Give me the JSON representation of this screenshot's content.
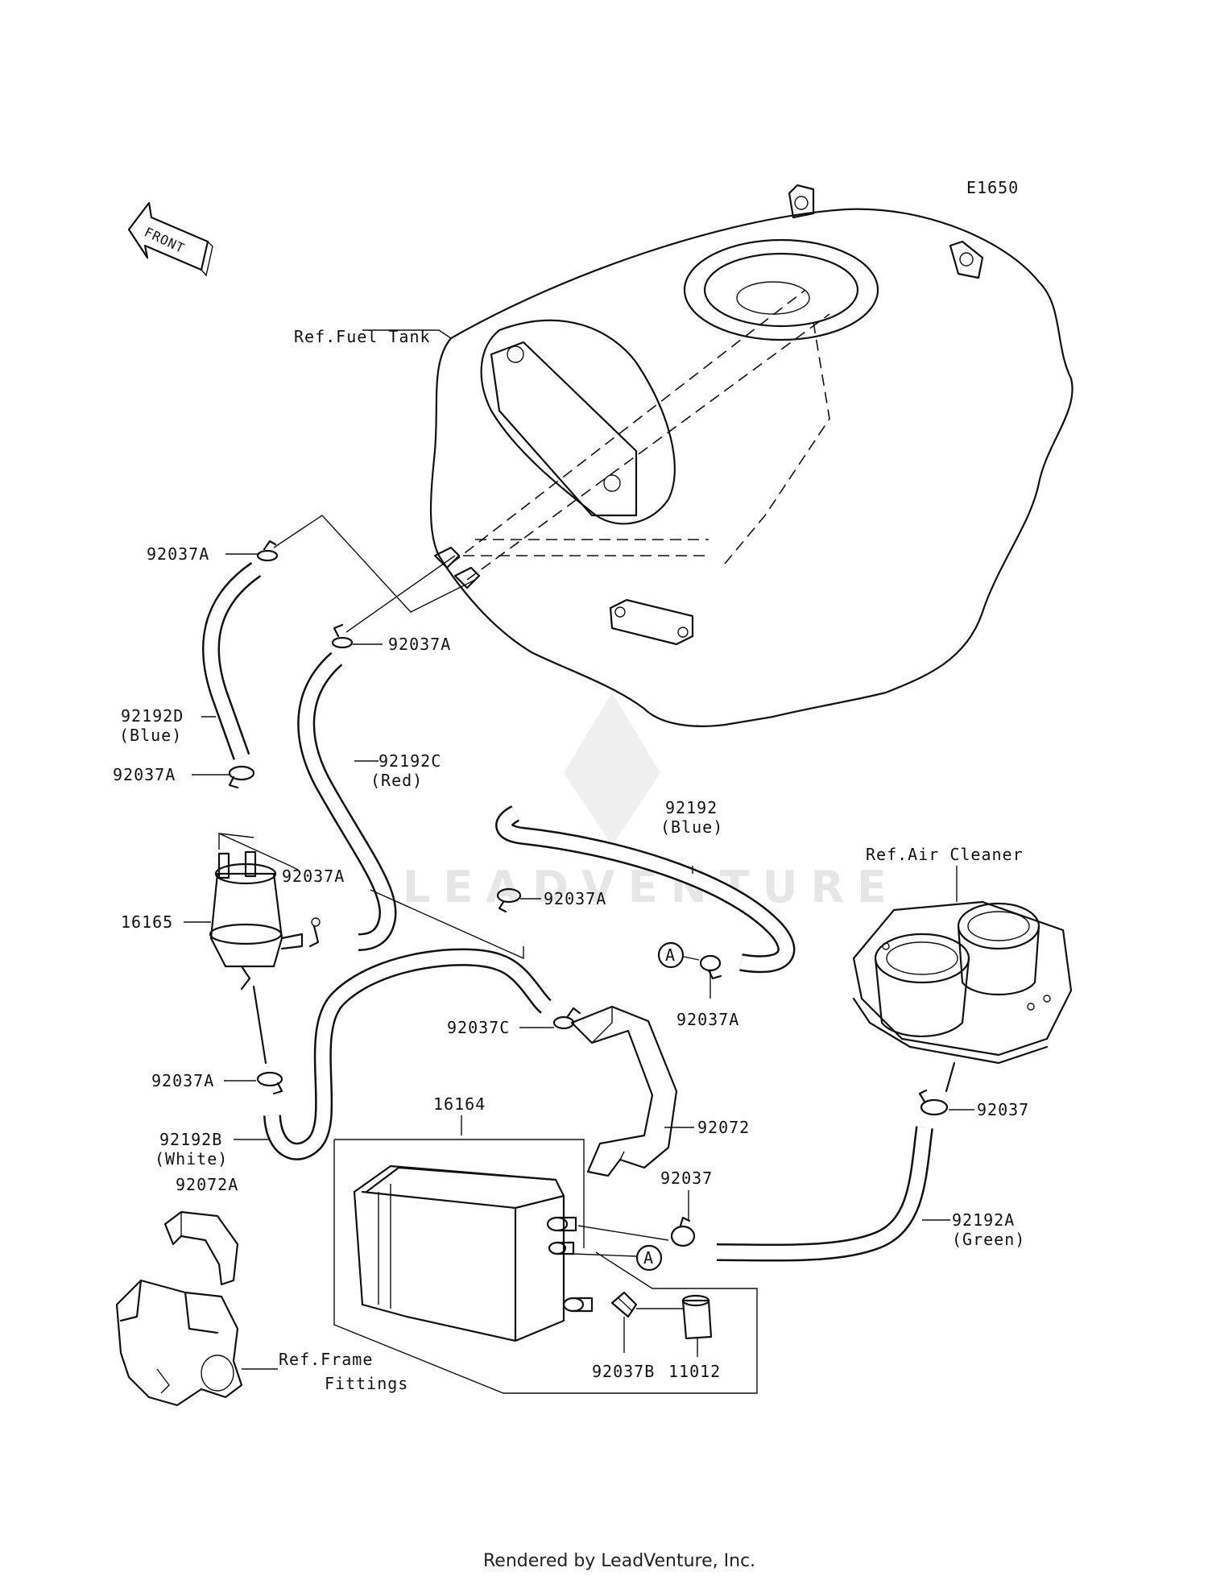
{
  "diagram_code": "E1650",
  "front_label": "FRONT",
  "watermark": "LEADVENTURE",
  "footer": "Rendered by LeadVenture, Inc.",
  "labels": {
    "ref_fuel_tank": "Ref.Fuel Tank",
    "ref_air_cleaner": "Ref.Air Cleaner",
    "ref_frame": "Ref.Frame",
    "fittings": "Fittings",
    "p92037A_1": "92037A",
    "p92037A_2": "92037A",
    "p92037A_3": "92037A",
    "p92037A_4": "92037A",
    "p92037A_5": "92037A",
    "p92037A_6": "92037A",
    "p92037A_7": "92037A",
    "p92192D": "92192D",
    "blue_1": "(Blue)",
    "p92192C": "92192C",
    "red": "(Red)",
    "p92192": "92192",
    "blue_2": "(Blue)",
    "p16165": "16165",
    "p92037C": "92037C",
    "p16164": "16164",
    "p92072": "92072",
    "p92037_1": "92037",
    "p92037_2": "92037",
    "p92192A": "92192A",
    "green": "(Green)",
    "p92192B": "92192B",
    "white": "(White)",
    "p92072A": "92072A",
    "p92037B": "92037B",
    "p11012": "11012",
    "callout_a_1": "A",
    "callout_a_2": "A"
  }
}
